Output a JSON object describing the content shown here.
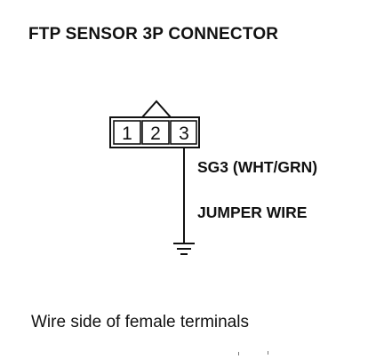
{
  "diagram": {
    "title": "FTP SENSOR 3P CONNECTOR",
    "connector": {
      "pins": [
        "1",
        "2",
        "3"
      ]
    },
    "wire_label": "SG3 (WHT/GRN)",
    "jumper_label": "JUMPER WIRE",
    "caption": "Wire side of female terminals",
    "icons": [
      "connector-key-icon",
      "ground-icon"
    ]
  }
}
